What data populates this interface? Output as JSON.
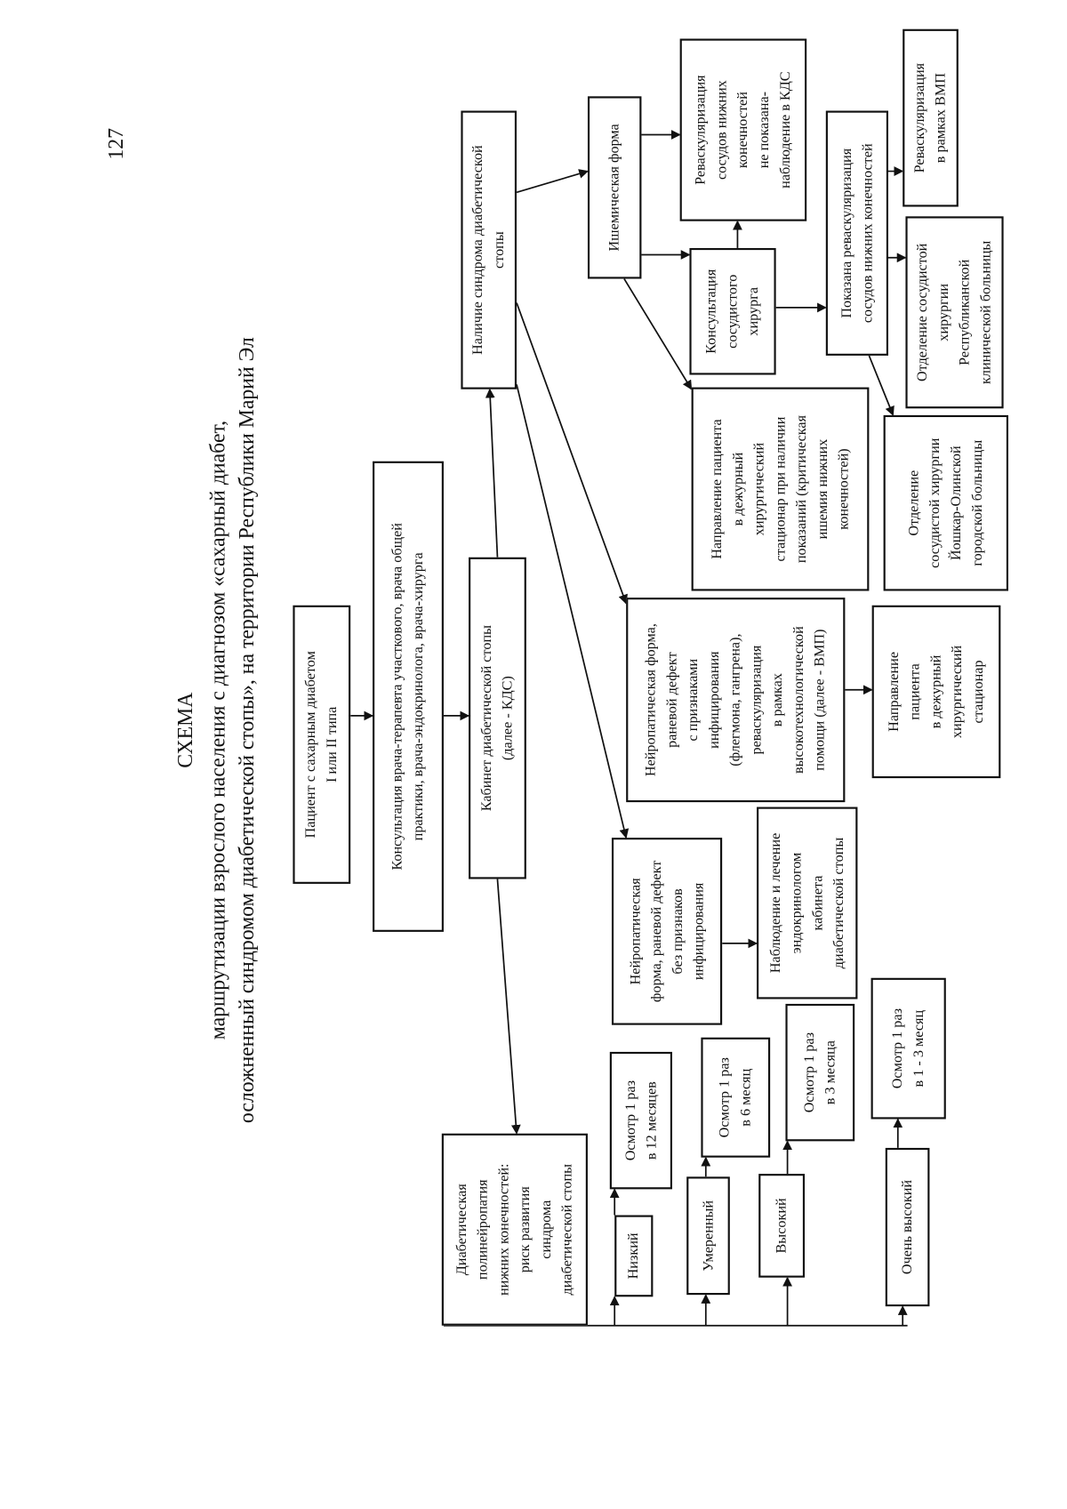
{
  "page_number": "127",
  "title": {
    "heading": "СХЕМА",
    "line1": "маршрутизации взрослого населения с диагнозом «сахарный диабет,",
    "line2": "осложненный синдромом диабетической стопы», на территории Республики Марий Эл"
  },
  "boxes": {
    "patient": "Пациент с сахарным диабетом\nI или II типа",
    "consult": "Консультация врача-терапевта участкового, врача общей\nпрактики, врача-эндокринолога, врача-хирурга",
    "kds": "Кабинет диабетической стопы\n(далее - КДС)",
    "presence": "Наличие синдрома диабетической\nстопы",
    "ischemic": "Ишемическая форма",
    "revasc_not": "Реваскуляризация\nсосудов нижних\nконечностей\nне показана-\nнаблюдение в КДС",
    "revasc_vmp": "Реваскуляризация\nв рамках ВМП",
    "vasc_consult": "Консультация\nсосудистого\nхирурга",
    "revasc_ind": "Показана реваскуляризация\nсосудов нижних конечностей",
    "dept_rkb": "Отделение сосудистой\nхирургии\nРеспубликанской\nклинической больницы",
    "direct_crit": "Направление пациента\nв дежурный\nхирургический\nстационар при наличии\nпоказаний (критическая\nишемия нижних\nконечностей)",
    "dept_city": "Отделение\nсосудистой хирургии\nЙошкар-Олинской\nгородской больницы",
    "neuro_inf": "Нейропатическая форма,\nраневой дефект\nс признаками\nинфицирования\n(флегмона, гангрена),\nреваскуляризация\nв рамках\nвысокотехнологической\nпомощи (далее - ВМП)",
    "direct_surg": "Направление\nпациента\nв дежурный\nхирургический\nстационар",
    "neuro_noinf": "Нейропатическая\nформа, раневой дефект\nбез признаков\nинфицирования",
    "endocr": "Наблюдение и лечение\nэндокринологом\nкабинета\nдиабетической стопы",
    "poly": "Диабетическая\nполинейропатия\nнижних конечностей:\nриск развития\nсиндрома\nдиабетической стопы",
    "low": "Низкий",
    "osm12": "Осмотр 1 раз\nв 12 месяцев",
    "moderate": "Умеренный",
    "osm6": "Осмотр 1 раз\nв 6 месяц",
    "high": "Высокий",
    "osm3": "Осмотр 1 раз\nв 3 месяца",
    "very_high": "Очень высокий",
    "osm13": "Осмотр 1 раз\nв 1 - 3 месяц"
  }
}
